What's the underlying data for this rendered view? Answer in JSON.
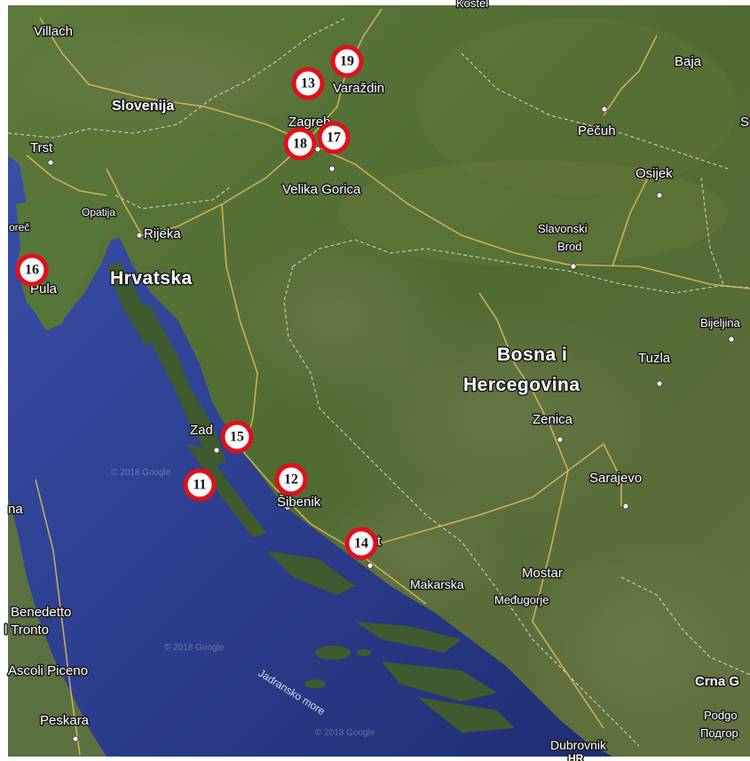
{
  "colors": {
    "sea": "#2b3a8e",
    "land": "#4d6a33",
    "mountains": "#556b3e",
    "marker_ring": "#e0101a",
    "roads": "#e8c15a"
  },
  "cities": [
    {
      "id": "villach",
      "name": "Villach"
    },
    {
      "id": "slovenija",
      "name": "Slovenija"
    },
    {
      "id": "trst",
      "name": "Trst"
    },
    {
      "id": "opatija",
      "name": "Opatija"
    },
    {
      "id": "rijeka",
      "name": "Rijeka"
    },
    {
      "id": "porec",
      "name": "oreč"
    },
    {
      "id": "pula",
      "name": "Pula"
    },
    {
      "id": "zagreb",
      "name": "Zagreb"
    },
    {
      "id": "velika-gorica",
      "name": "Velika Gorica"
    },
    {
      "id": "varazdin",
      "name": "Varaždin"
    },
    {
      "id": "pecuh",
      "name": "Pečuh"
    },
    {
      "id": "baja",
      "name": "Baja"
    },
    {
      "id": "osijek",
      "name": "Osijek"
    },
    {
      "id": "slavonski-brod-1",
      "name": "Slavonski"
    },
    {
      "id": "slavonski-brod-2",
      "name": "Brod"
    },
    {
      "id": "bijeljina",
      "name": "Bijeljina"
    },
    {
      "id": "tuzla",
      "name": "Tuzla"
    },
    {
      "id": "zenica",
      "name": "Zenica"
    },
    {
      "id": "sarajevo",
      "name": "Sarajevo"
    },
    {
      "id": "zadar",
      "name": "Zad"
    },
    {
      "id": "sibenik",
      "name": "Šibenik"
    },
    {
      "id": "split",
      "name": "t"
    },
    {
      "id": "makarska",
      "name": "Makarska"
    },
    {
      "id": "mostar",
      "name": "Mostar"
    },
    {
      "id": "medugorje",
      "name": "Međugorje"
    },
    {
      "id": "dubrovnik",
      "name": "Dubrovnik"
    },
    {
      "id": "crna-gora",
      "name": "Crna G"
    },
    {
      "id": "podgorica-1",
      "name": "Podgo"
    },
    {
      "id": "podgorica-2",
      "name": "Подгор"
    },
    {
      "id": "hr",
      "name": "HR"
    },
    {
      "id": "ancona-edge",
      "name": "na"
    },
    {
      "id": "benedetto",
      "name": "Benedetto"
    },
    {
      "id": "tronto",
      "name": "l Tronto"
    },
    {
      "id": "ascoli",
      "name": "Ascoli Piceno"
    },
    {
      "id": "peskara",
      "name": "Peskara"
    },
    {
      "id": "kostel-edge",
      "name": "Kostel"
    },
    {
      "id": "s-edge",
      "name": "S"
    }
  ],
  "countries": {
    "hrvatska": "Hrvatska",
    "bosna_1": "Bosna i",
    "bosna_2": "Hercegovina"
  },
  "sea_label": "Jadransko more",
  "watermarks": [
    "© 2018 Google",
    "© 2018 Google",
    "© 2018 Google"
  ],
  "markers": [
    {
      "id": "11",
      "label": "11"
    },
    {
      "id": "12",
      "label": "12"
    },
    {
      "id": "13",
      "label": "13"
    },
    {
      "id": "14",
      "label": "14"
    },
    {
      "id": "15",
      "label": "15"
    },
    {
      "id": "16",
      "label": "16"
    },
    {
      "id": "17",
      "label": "17"
    },
    {
      "id": "18",
      "label": "18"
    },
    {
      "id": "19",
      "label": "19"
    }
  ]
}
